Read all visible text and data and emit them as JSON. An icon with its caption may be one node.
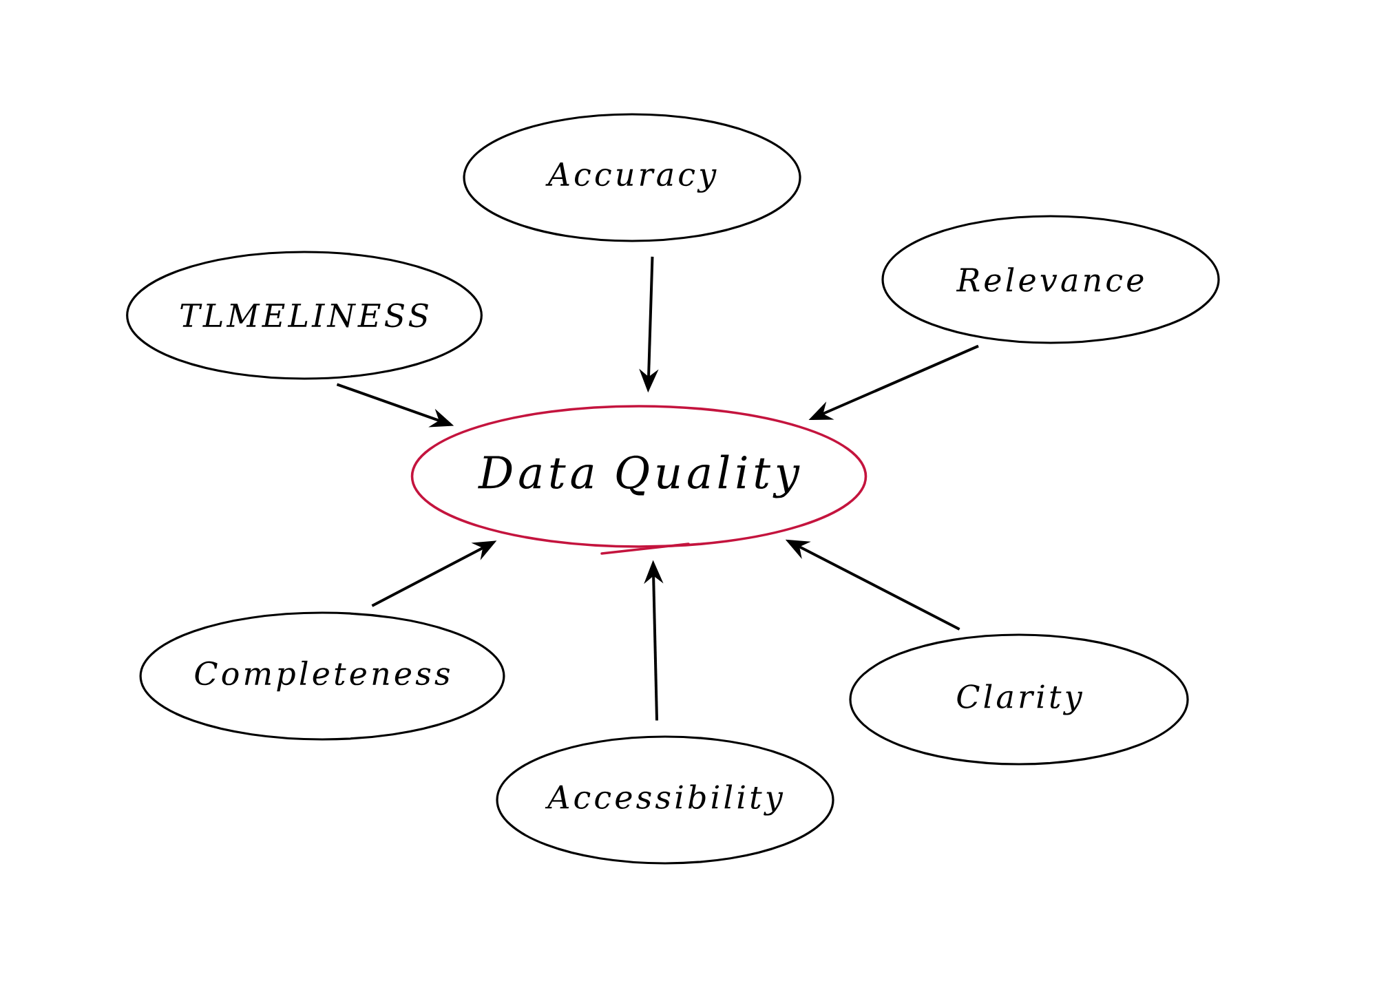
{
  "diagram": {
    "nodes": [
      {
        "text": [
          "Accuracy"
        ]
      },
      {
        "text": [
          "Relevance"
        ]
      },
      {
        "text": [
          "TLMELINESS"
        ]
      },
      {
        "text": [
          "Data Quality"
        ]
      },
      {
        "text": [
          "Completeness"
        ]
      },
      {
        "text": [
          "Clarity"
        ]
      },
      {
        "text": [
          "Accessibility"
        ]
      }
    ],
    "edges": [
      {
        "from": 0,
        "to": 3,
        "arrow": "to"
      },
      {
        "from": 1,
        "to": 3,
        "arrow": "to"
      },
      {
        "from": 2,
        "to": 3,
        "arrow": "to"
      },
      {
        "from": 4,
        "to": 3,
        "arrow": "to"
      },
      {
        "from": 5,
        "to": 3,
        "arrow": "to"
      },
      {
        "from": 6,
        "to": 3,
        "arrow": "to"
      }
    ]
  }
}
